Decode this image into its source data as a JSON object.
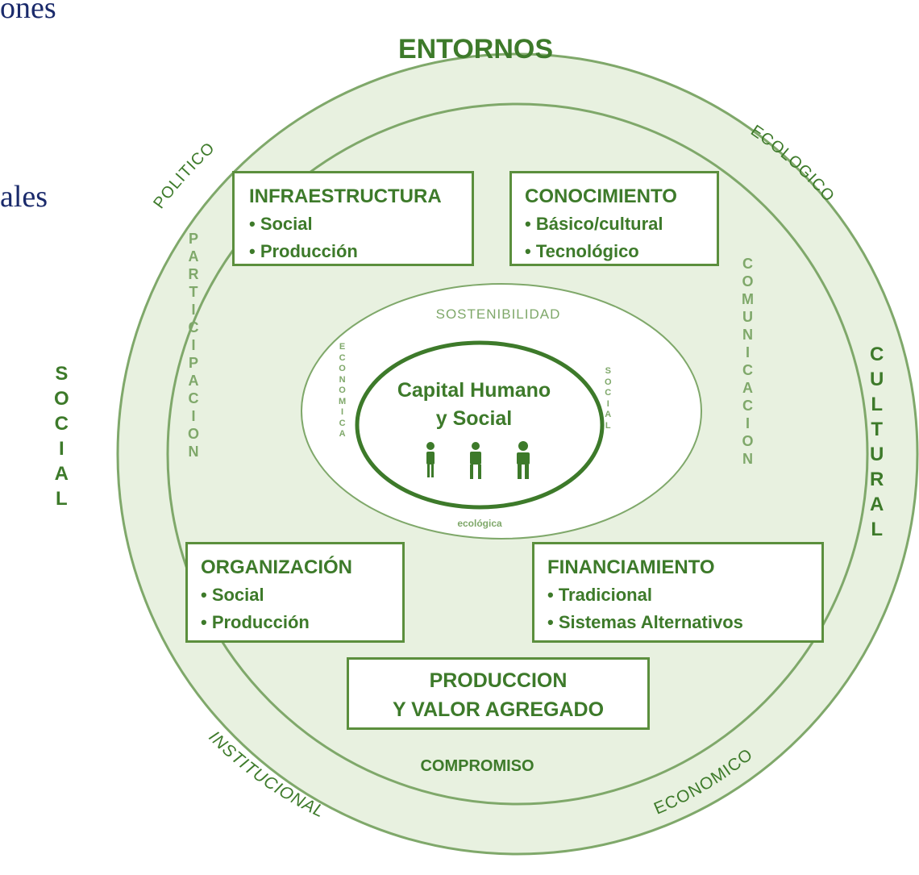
{
  "slide": {
    "partial_line_1": "ones",
    "partial_line_2": "ales"
  },
  "diagram": {
    "title": "ENTORNOS",
    "outer_ring": {
      "top_left": "POLITICO",
      "top_right": "ECOLOGICO",
      "left": "SOCIAL",
      "right": "CULTURAL",
      "bottom_left": "INSTITUCIONAL",
      "bottom_right": "ECONOMICO"
    },
    "inner_ring": {
      "left": "PARTICIPACION",
      "right": "COMUNICACION",
      "bottom": "COMPROMISO"
    },
    "boxes": {
      "infraestructura": {
        "title": "INFRAESTRUCTURA",
        "items": [
          "• Social",
          "• Producción"
        ]
      },
      "conocimiento": {
        "title": "CONOCIMIENTO",
        "items": [
          "• Básico/cultural",
          "• Tecnológico"
        ]
      },
      "organizacion": {
        "title": "ORGANIZACIÓN",
        "items": [
          "• Social",
          "• Producción"
        ]
      },
      "financiamiento": {
        "title": "FINANCIAMIENTO",
        "items": [
          "• Tradicional",
          "• Sistemas Alternativos"
        ]
      },
      "produccion": {
        "lines": [
          "PRODUCCION",
          "Y VALOR AGREGADO"
        ]
      }
    },
    "core": {
      "top": "SOSTENIBILIDAD",
      "left": "ECONOMICA",
      "right": "SOCIAL",
      "bottom": "ecológica",
      "center_line_1": "Capital Humano",
      "center_line_2": "y Social"
    },
    "colors": {
      "ring_fill": "#e8f1e0",
      "ring_stroke": "#7fa86a",
      "text_green": "#3d7a2a",
      "box_border": "#5b8f3d"
    }
  }
}
